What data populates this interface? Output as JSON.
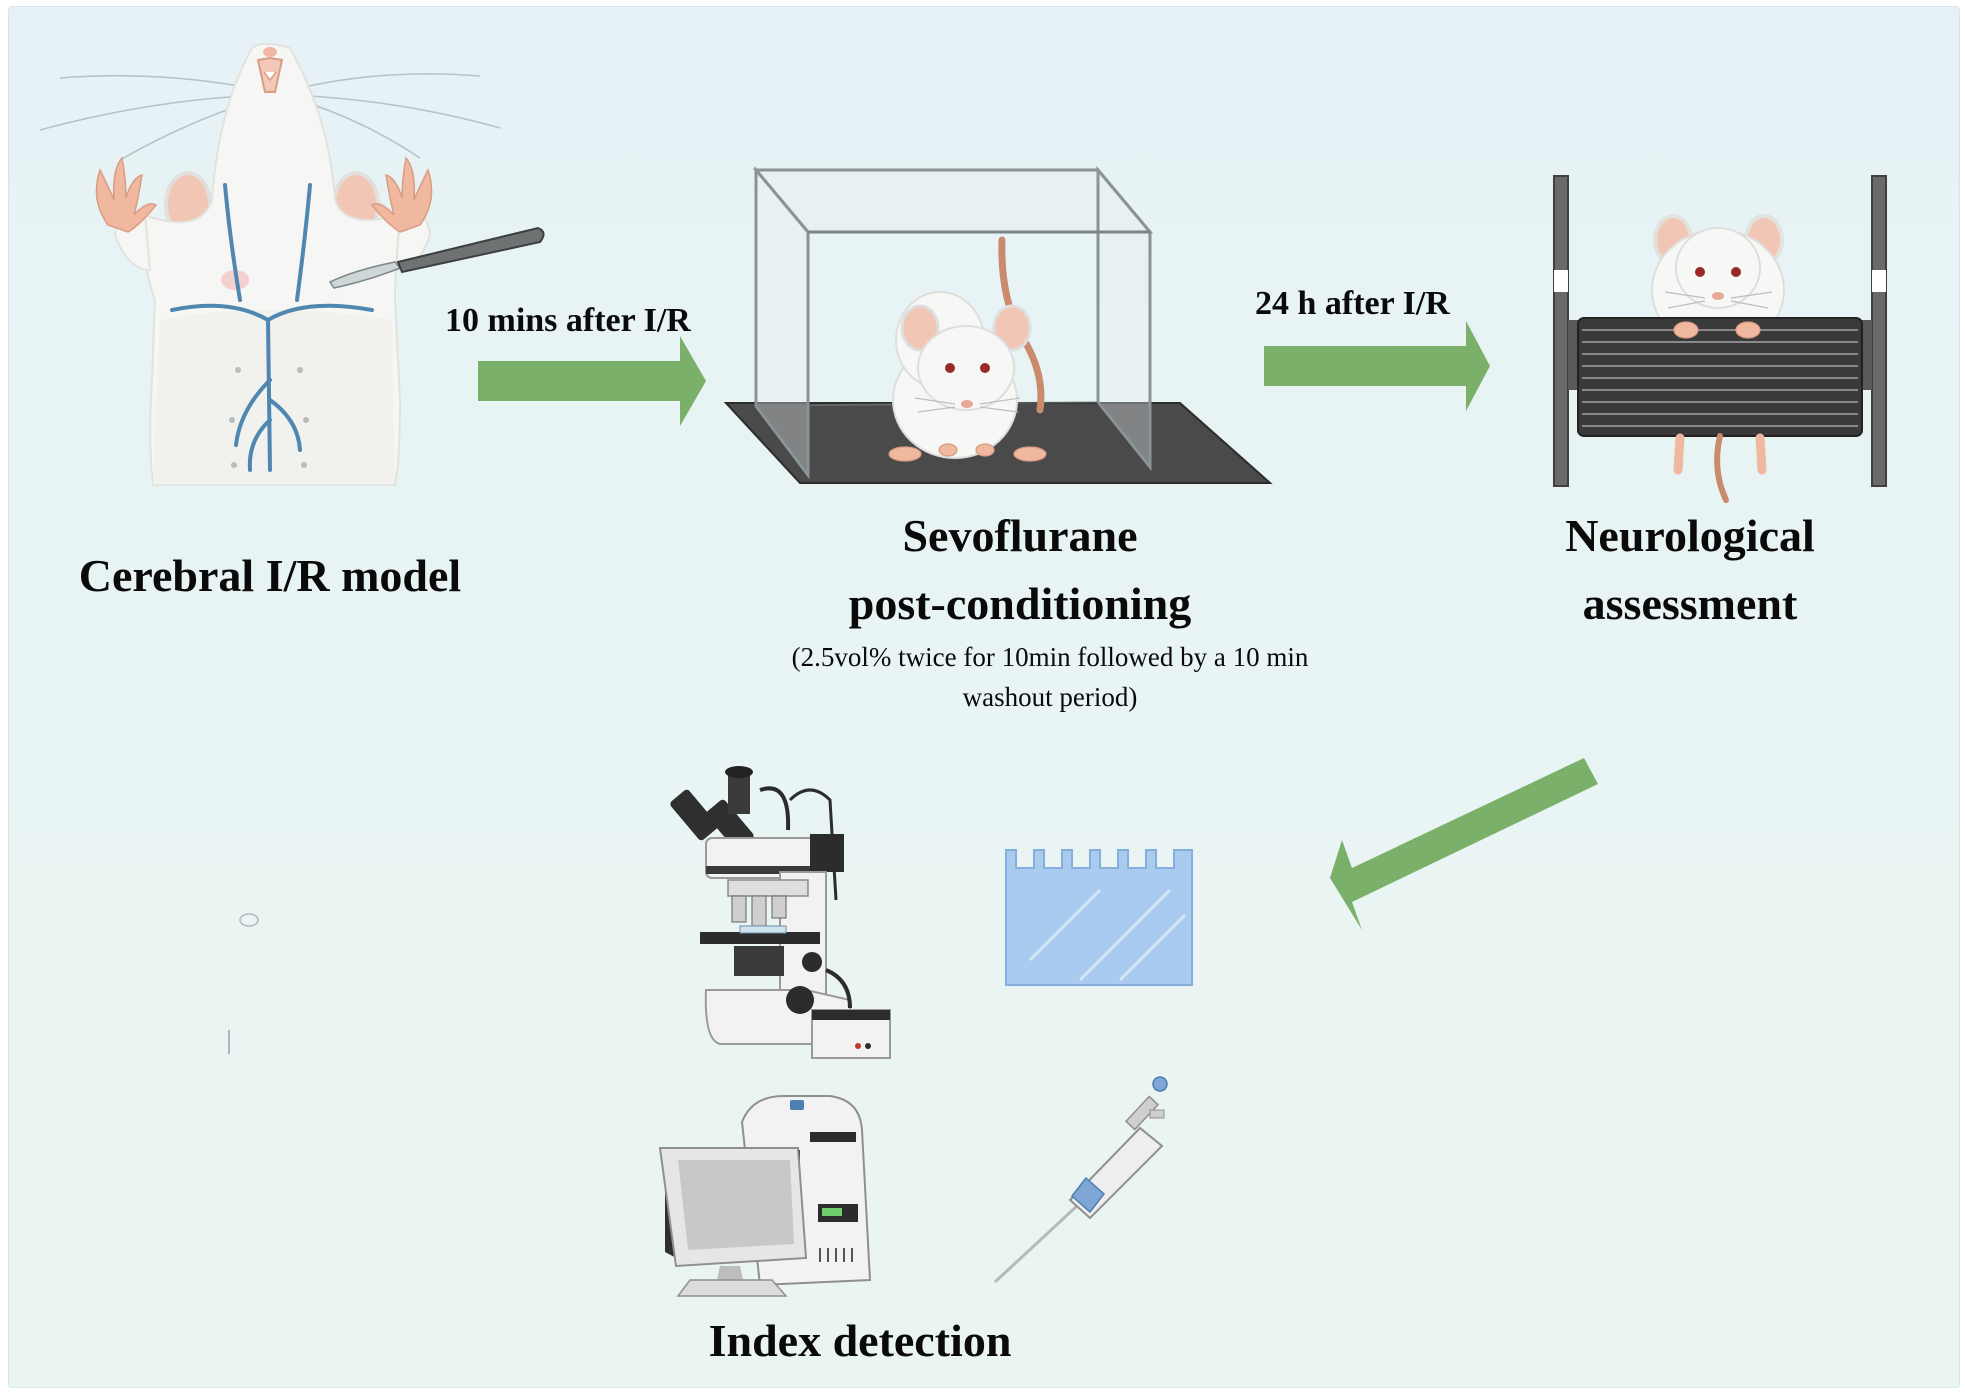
{
  "steps": {
    "model": {
      "title": "Cerebral I/R model"
    },
    "treatment": {
      "title_line1": "Sevoflurane",
      "title_line2": "post-conditioning",
      "detail_line1": "(2.5vol% twice for 10min followed by a 10 min",
      "detail_line2": "washout period)"
    },
    "assessment": {
      "title_line1": "Neurological",
      "title_line2": "assessment"
    },
    "detection": {
      "title": "Index detection"
    }
  },
  "arrows": {
    "first": {
      "label": "10 mins after I/R"
    },
    "second": {
      "label": "24 h after I/R"
    }
  },
  "colors": {
    "arrow_green": "#7ab06a",
    "background": "#e8f3f3",
    "rat_body": "#f7f7f5",
    "rat_ear": "#f1c6b5",
    "vessel": "#4f87b0",
    "dark_gray": "#4a4a4a",
    "gel_blue": "#a9cbef"
  },
  "icons": [
    "rat-dissection-icon",
    "scalpel-icon",
    "anesthesia-chamber-icon",
    "rotarod-icon",
    "microscope-icon",
    "gel-icon",
    "plate-reader-icon",
    "pipette-icon"
  ]
}
